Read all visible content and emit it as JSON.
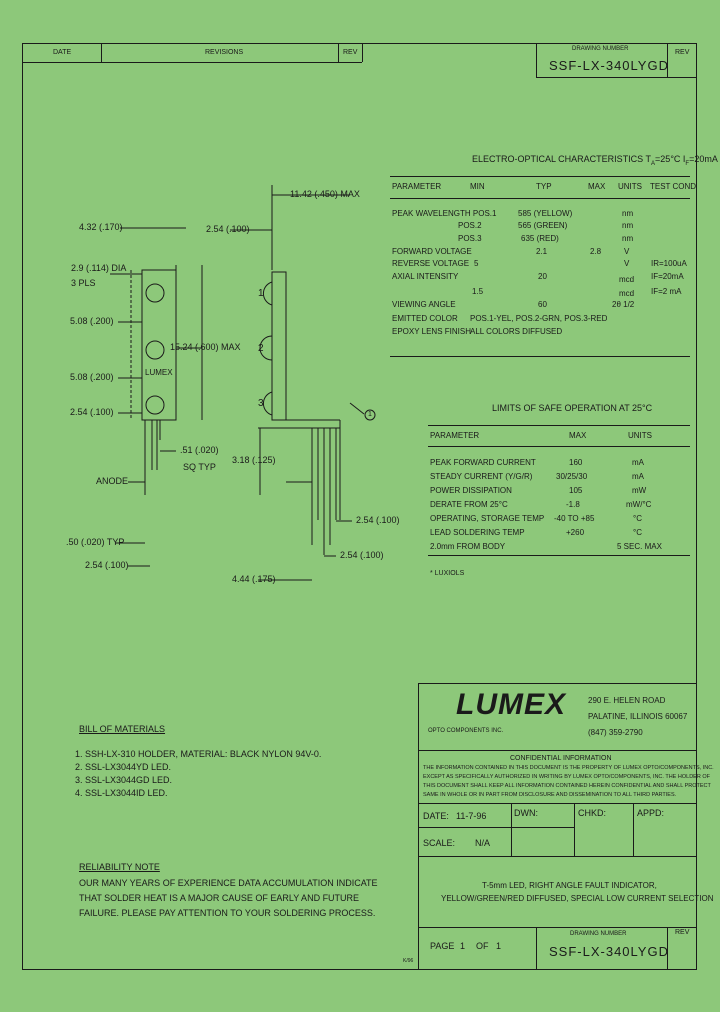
{
  "header": {
    "date_label": "DATE",
    "revisions_label": "REVISIONS",
    "rev_label": "REV",
    "drawing_number_label": "DRAWING NUMBER",
    "drawing_number": "SSF-LX-340LYGD",
    "rev_label_right": "REV"
  },
  "dimensions": {
    "d_1142": "11.42 (.450) MAX",
    "d_432": "4.32 (.170)",
    "d_254a": "2.54 (.100)",
    "d_29": "2.9 (.114) DIA",
    "d_3pls": "3 PLS",
    "d_508a": "5.08 (.200)",
    "d_1524": "15.24 (.600) MAX",
    "d_508b": "5.08 (.200)",
    "lumex_small": "LUMEX",
    "d_254b": "2.54 (.100)",
    "d_51": ".51 (.020)",
    "d_sqtyp": "SQ TYP",
    "anode": "ANODE",
    "d_318": "3.18 (.125)",
    "d_254c": "2.54 (.100)",
    "d_50typ": ".50 (.020) TYP",
    "d_254d": "2.54 (.100)",
    "d_254e": "2.54 (.100)",
    "d_444": "4.44 (.175)",
    "pos1": "1",
    "pos2": "2",
    "pos3": "3",
    "ref1": "1"
  },
  "electro": {
    "title": "ELECTRO-OPTICAL CHARACTERISTICS T",
    "title_sub": "A",
    "title_tail": "=25°C  I",
    "title_sub2": "F",
    "title_tail2": "=20mA",
    "headers": [
      "PARAMETER",
      "MIN",
      "TYP",
      "MAX",
      "UNITS",
      "TEST COND"
    ],
    "rows": [
      {
        "param": "PEAK WAVELENGTH POS.1",
        "min": "",
        "typ": "585 (YELLOW)",
        "max": "",
        "units": "nm",
        "cond": ""
      },
      {
        "param": "POS.2",
        "min": "",
        "typ": "565 (GREEN)",
        "max": "",
        "units": "nm",
        "cond": ""
      },
      {
        "param": "POS.3",
        "min": "",
        "typ": "635 (RED)",
        "max": "",
        "units": "nm",
        "cond": ""
      },
      {
        "param": "FORWARD VOLTAGE",
        "min": "",
        "typ": "2.1",
        "max": "2.8",
        "units": "V",
        "cond": ""
      },
      {
        "param": "REVERSE VOLTAGE",
        "min": "5",
        "typ": "",
        "max": "",
        "units": "V",
        "cond": "IR=100uA"
      },
      {
        "param": "AXIAL INTENSITY",
        "min": "",
        "typ": "20",
        "max": "",
        "units": "mcd",
        "cond": "IF=20mA"
      },
      {
        "param": "",
        "min": "1.5",
        "typ": "",
        "max": "",
        "units": "mcd",
        "cond": "IF=2 mA"
      },
      {
        "param": "VIEWING ANGLE",
        "min": "",
        "typ": "60",
        "max": "",
        "units": "2θ 1/2",
        "cond": ""
      },
      {
        "param": "EMITTED COLOR",
        "min": "POS.1-YEL, POS.2-GRN, POS.3-RED",
        "typ": "",
        "max": "",
        "units": "",
        "cond": ""
      },
      {
        "param": "EPOXY LENS FINISH",
        "min": "ALL COLORS DIFFUSED",
        "typ": "",
        "max": "",
        "units": "",
        "cond": ""
      }
    ]
  },
  "limits": {
    "title": "LIMITS OF SAFE OPERATION AT 25°C",
    "headers": [
      "PARAMETER",
      "MAX",
      "UNITS"
    ],
    "rows": [
      {
        "param": "PEAK FORWARD CURRENT",
        "max": "160",
        "units": "mA"
      },
      {
        "param": "STEADY CURRENT (Y/G/R)",
        "max": "30/25/30",
        "units": "mA"
      },
      {
        "param": "POWER DISSIPATION",
        "max": "105",
        "units": "mW"
      },
      {
        "param": "DERATE FROM 25°C",
        "max": "-1.8",
        "units": "mW/°C"
      },
      {
        "param": "OPERATING, STORAGE TEMP",
        "max": "-40 TO +85",
        "units": "°C"
      },
      {
        "param": "LEAD SOLDERING TEMP",
        "max": "+260",
        "units": "°C"
      },
      {
        "param": "2.0mm FROM BODY",
        "max": "",
        "units": "5 SEC. MAX"
      }
    ],
    "note": "* LUXIOLS"
  },
  "bom": {
    "title": "BILL OF MATERIALS",
    "items": [
      "1.  SSH-LX-310 HOLDER,  MATERIAL:  BLACK NYLON 94V-0.",
      "2.  SSL-LX3044YD LED.",
      "3.  SSL-LX3044GD LED.",
      "4.  SSL-LX3044ID LED."
    ]
  },
  "reliability": {
    "title": "RELIABILITY NOTE",
    "lines": [
      "OUR MANY YEARS OF EXPERIENCE DATA ACCUMULATION INDICATE",
      "THAT SOLDER HEAT IS A MAJOR CAUSE OF EARLY AND FUTURE",
      "FAILURE. PLEASE PAY ATTENTION TO YOUR SOLDERING PROCESS."
    ]
  },
  "titleblock": {
    "logo": "LUMEX",
    "logo_sub": "OPTO COMPONENTS INC.",
    "address": [
      "290 E. HELEN ROAD",
      "PALATINE, ILLINOIS   60067",
      "(847) 359-2790"
    ],
    "conf_title": "CONFIDENTIAL INFORMATION",
    "conf_lines": [
      "THE INFORMATION CONTAINED IN THIS DOCUMENT IS THE PROPERTY OF LUMEX OPTO/COMPONENTS, INC.",
      "EXCEPT AS SPECIFICALLY AUTHORIZED IN WRITING BY LUMEX OPTO/COMPONENTS, INC. THE HOLDER OF",
      "THIS DOCUMENT SHALL KEEP ALL INFORMATION CONTAINED HEREIN CONFIDENTIAL AND SHALL PROTECT",
      "SAME IN WHOLE OR IN PART FROM DISCLOSURE AND DISSEMINATION TO ALL THIRD PARTIES."
    ],
    "date_label": "DATE:",
    "date_value": "11-7-96",
    "dwn_label": "DWN:",
    "chkd_label": "CHKD:",
    "appd_label": "APPD:",
    "scale_label": "SCALE:",
    "scale_value": "N/A",
    "description": [
      "T-5mm LED, RIGHT ANGLE FAULT INDICATOR,",
      "YELLOW/GREEN/RED DIFFUSED, SPECIAL LOW CURRENT SELECTION"
    ],
    "page_label": "PAGE",
    "page_num": "1",
    "of_label": "OF",
    "page_total": "1",
    "dn_label": "DRAWING NUMBER",
    "dn_value": "SSF-LX-340LYGD",
    "rev_label": "REV",
    "corner_mark": "K/96"
  }
}
